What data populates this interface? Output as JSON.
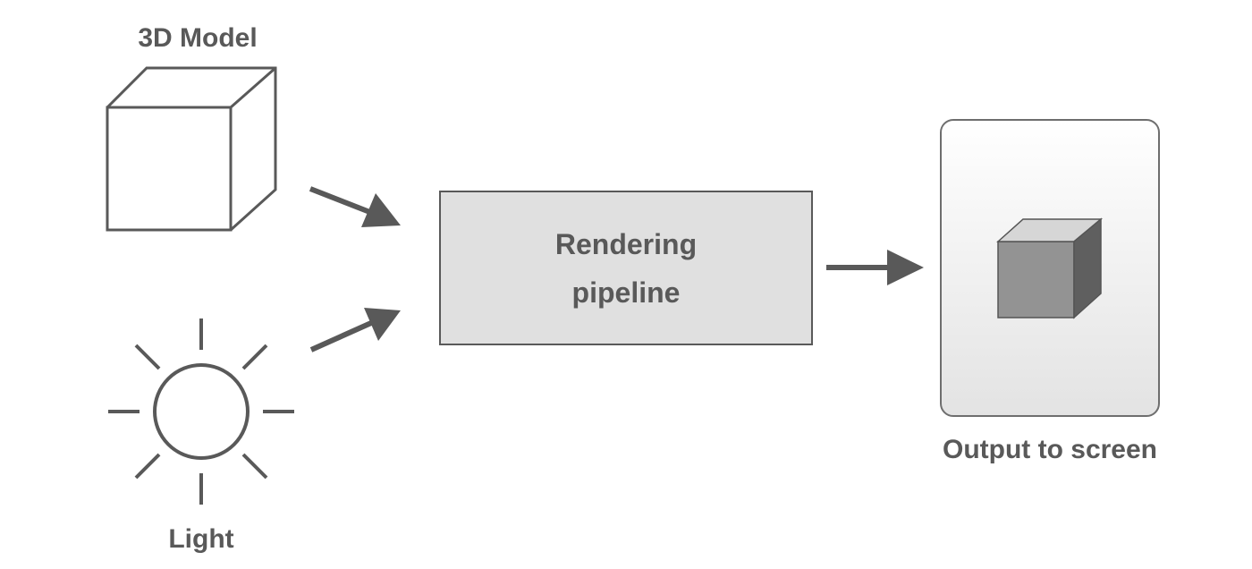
{
  "labels": {
    "model": "3D Model",
    "light": "Light",
    "pipeline_line1": "Rendering",
    "pipeline_line2": "pipeline",
    "output": "Output to screen"
  },
  "icons": {
    "model": "cube-wireframe-icon",
    "light": "sun-icon",
    "output": "shaded-cube-icon"
  },
  "colors": {
    "stroke": "#595959",
    "pipeline_fill": "#e0e0e0",
    "screen_fill_top": "#ffffff",
    "screen_fill_bottom": "#e3e3e3",
    "cube_front": "#939393",
    "cube_top": "#d6d6d6",
    "cube_side": "#5f5f5f"
  }
}
